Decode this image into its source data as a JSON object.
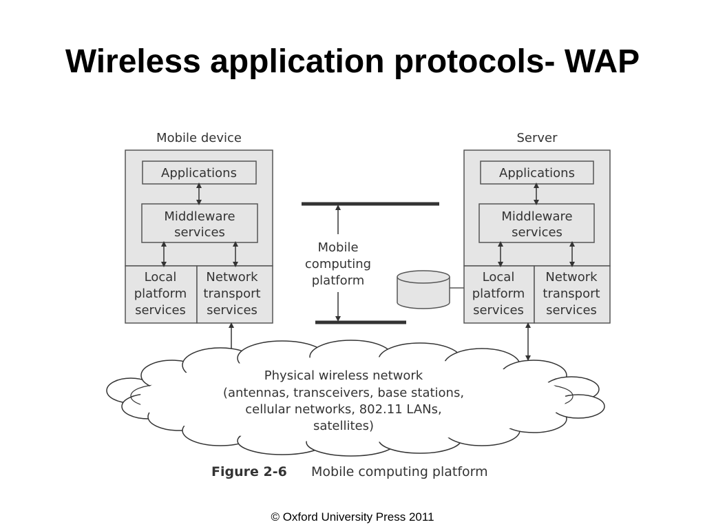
{
  "title": "Wireless application protocols- WAP",
  "mobile_device": {
    "label": "Mobile device",
    "applications": "Applications",
    "middleware": [
      "Middleware",
      "services"
    ],
    "local_platform": [
      "Local",
      "platform",
      "services"
    ],
    "network_transport": [
      "Network",
      "transport",
      "services"
    ]
  },
  "server": {
    "label": "Server",
    "applications": "Applications",
    "middleware": [
      "Middleware",
      "services"
    ],
    "local_platform": [
      "Local",
      "platform",
      "services"
    ],
    "network_transport": [
      "Network",
      "transport",
      "services"
    ]
  },
  "platform_label": [
    "Mobile",
    "computing",
    "platform"
  ],
  "network": [
    "Physical wireless network",
    "(antennas, transceivers, base stations,",
    "cellular networks, 802.11 LANs,",
    "satellites)"
  ],
  "figure_caption": {
    "number": "Figure 2-6",
    "text": "Mobile computing platform"
  },
  "footer": "© Oxford University Press 2011",
  "colors": {
    "box_fill": "#e5e5e5",
    "box_stroke": "#555555",
    "bar": "#333333"
  }
}
